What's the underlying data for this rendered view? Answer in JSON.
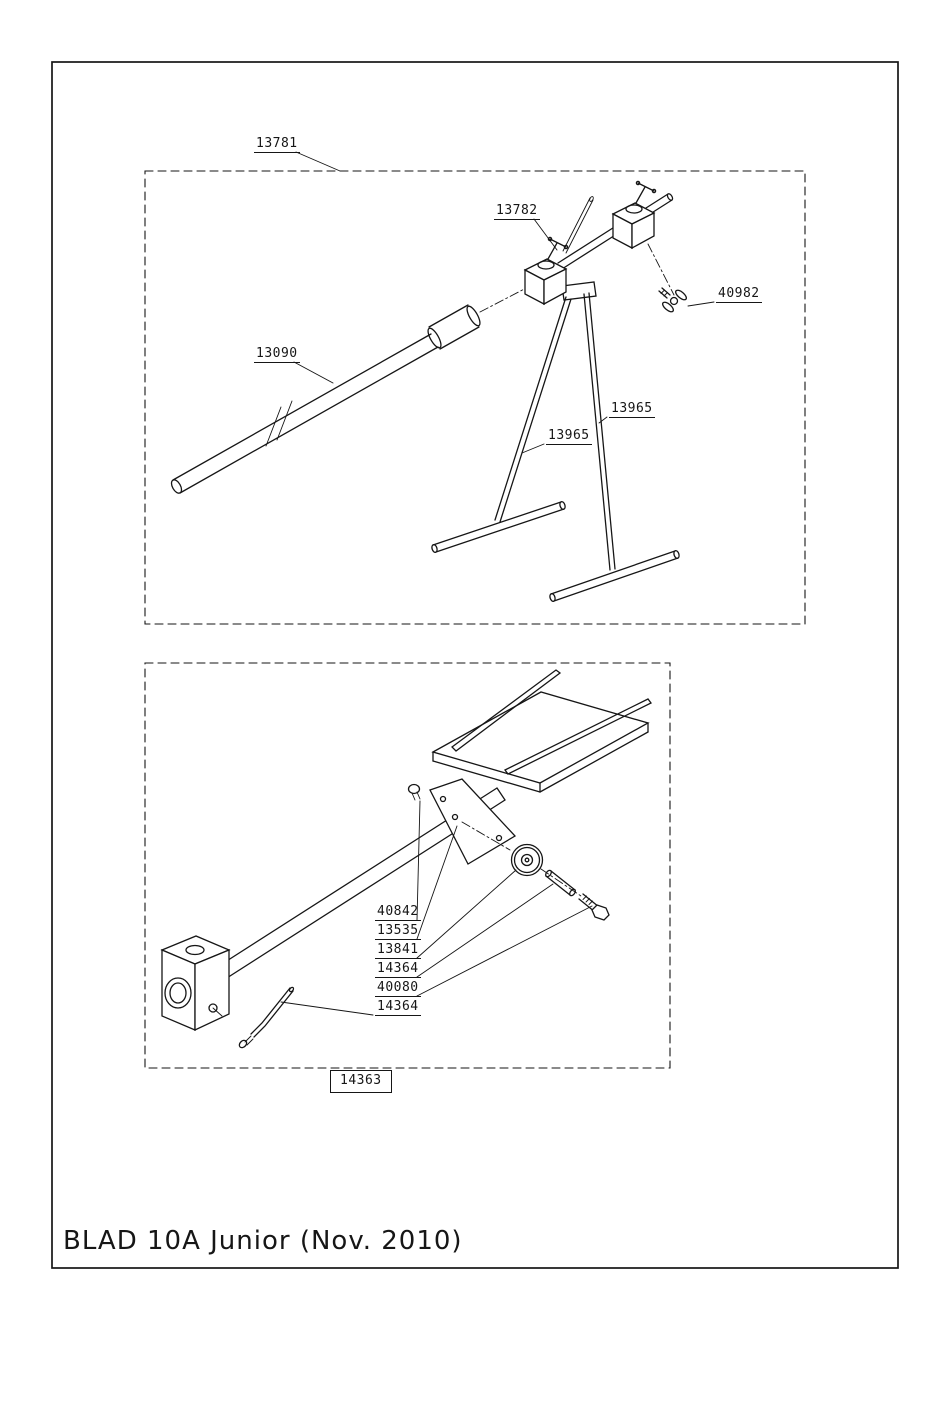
{
  "page": {
    "title": "BLAD 10A Junior (Nov. 2010)",
    "ink_color": "#161616",
    "paper_color": "#ffffff"
  },
  "upper_group": {
    "box_label": "13781",
    "parts": {
      "clamp_assembly": "13782",
      "wing_bolt": "40982",
      "main_tube": "13090",
      "stand_leg_left": "13965",
      "stand_leg_right": "13965"
    }
  },
  "lower_group": {
    "box_label": "14363",
    "parts": {
      "button_bolt": "40842",
      "bracket_plate": "13535",
      "roller": "13841",
      "axle_pin": "14364",
      "hex_bolt": "40080",
      "handle_pin": "14364"
    }
  }
}
